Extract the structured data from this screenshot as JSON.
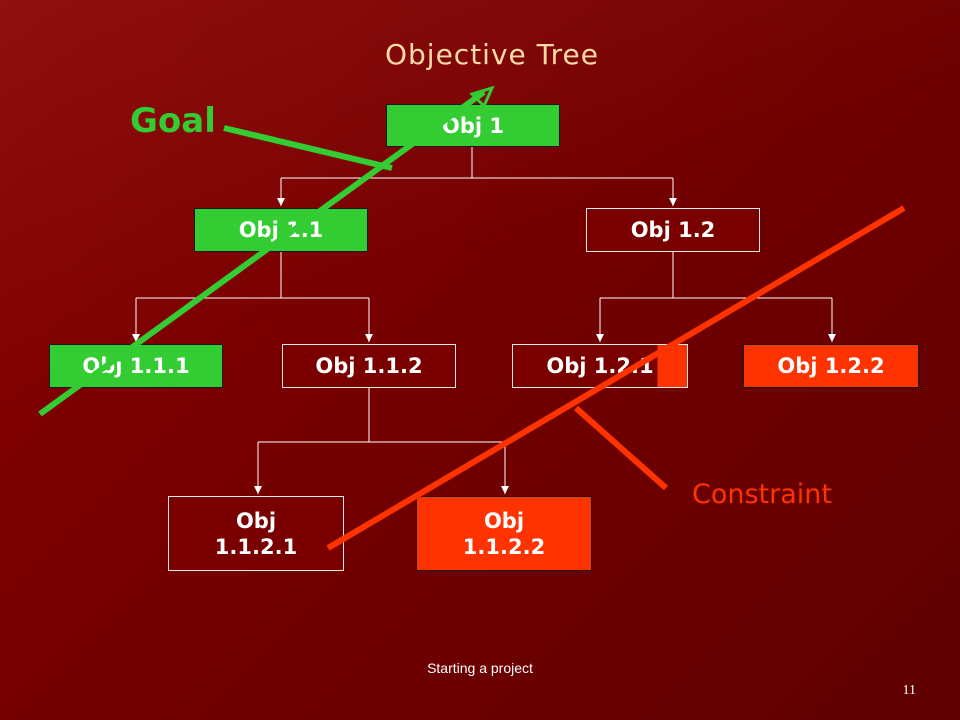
{
  "slide": {
    "title": "Objective Tree",
    "footer": "Starting a project",
    "page_number": "11"
  },
  "annotations": {
    "goal": "Goal",
    "constraint": "Constraint"
  },
  "colors": {
    "background": "#7a0000",
    "goal_green": "#33cc33",
    "constraint_red": "#ff3300",
    "title": "#ffd9a8"
  },
  "nodes": {
    "n1": "Obj 1",
    "n11": "Obj 1.1",
    "n12": "Obj 1.2",
    "n111": "Obj 1.1.1",
    "n112": "Obj 1.1.2",
    "n121": "Obj 1.2.1",
    "n122": "Obj 1.2.2",
    "n1121": "Obj\n1.1.2.1",
    "n1122": "Obj\n1.1.2.2"
  }
}
